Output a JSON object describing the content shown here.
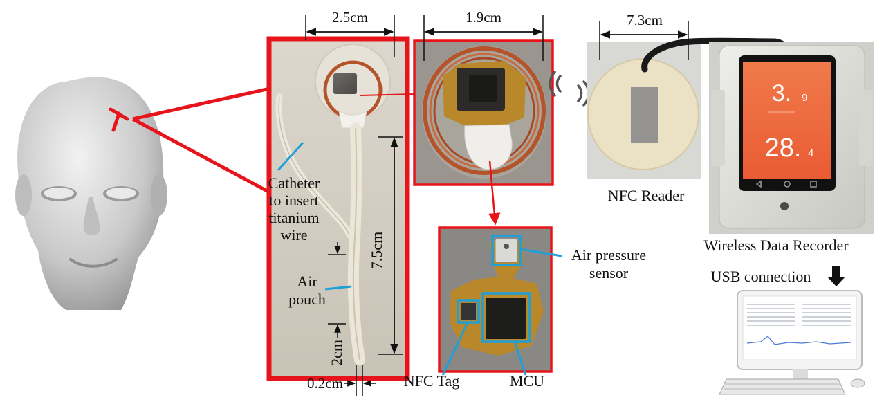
{
  "dimensions": {
    "device_width": "2.5cm",
    "board_width": "1.9cm",
    "reader_width": "7.3cm",
    "catheter_length": "7.5cm",
    "pouch_length": "2cm",
    "catheter_diameter": "0.2cm"
  },
  "labels": {
    "catheter": [
      "Catheter",
      "to insert",
      "titanium",
      "wire"
    ],
    "air_pouch": [
      "Air",
      "pouch"
    ],
    "air_pressure_sensor": [
      "Air pressure",
      "sensor"
    ],
    "nfc_tag": "NFC Tag",
    "mcu": "MCU",
    "nfc_reader": "NFC Reader",
    "wireless_data_recorder": "Wireless Data Recorder",
    "usb_connection": "USB connection"
  },
  "recorder_screen": {
    "value1_main": "3.",
    "value1_decimal": "9",
    "value2_main": "28.",
    "value2_decimal": "4"
  },
  "colors": {
    "frame_red": "#e8141b",
    "callout_blue": "#1e9fd8",
    "screen_orange": "#f0693a",
    "coil_copper": "#b5532b",
    "pcb_gold": "#b8882a"
  }
}
